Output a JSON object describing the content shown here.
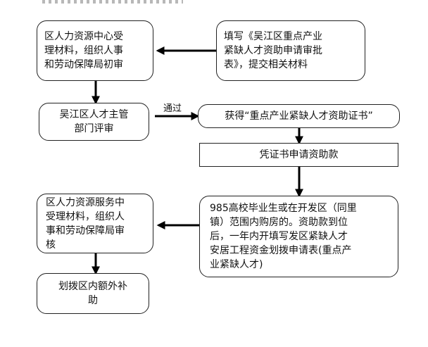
{
  "nodes": {
    "n1": "区人力资源中心受\n理材料，组织人事\n和劳动保障局初审",
    "n2": "填写《吴江区重点产业\n紧缺人才资助申请审批\n表》，提交相关材料",
    "n3": "吴江区人才主管\n部门评审",
    "n4": "获得“重点产业紧缺人才资助证书”",
    "n5": "凭证书申请资助款",
    "n6": "985高校毕业生或在开发区（同里\n镇）范围内购房的。资助款到位\n后，一年内开填写发区紧缺人才\n安居工程资金划拨申请表(重点产\n业紧缺人才)",
    "n7": "区人力资源服务中\n受理材料，组织人\n事和劳动保障局审\n核",
    "n8": "划拨区内额外补\n助"
  },
  "edge_label": "通过"
}
